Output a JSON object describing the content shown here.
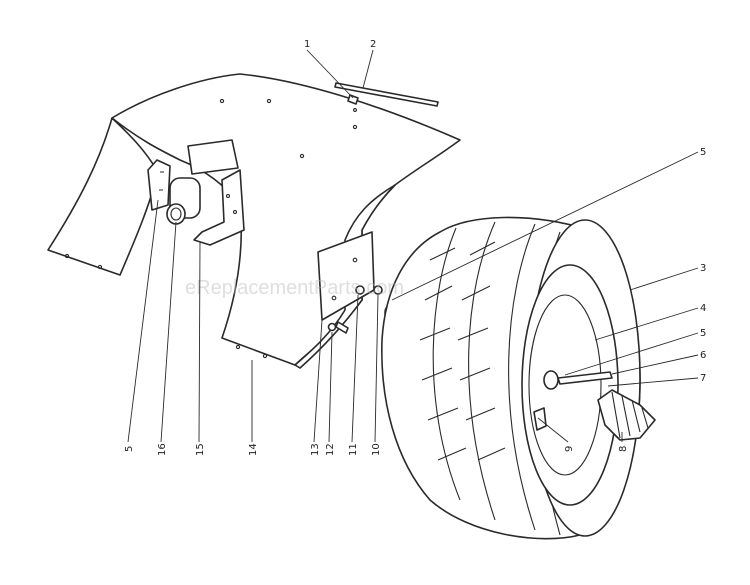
{
  "watermark": "eReplacementParts.com",
  "callouts": [
    {
      "id": "c1",
      "label": "1"
    },
    {
      "id": "c2",
      "label": "2"
    },
    {
      "id": "c5a",
      "label": "5"
    },
    {
      "id": "c3",
      "label": "3"
    },
    {
      "id": "c4",
      "label": "4"
    },
    {
      "id": "c5b",
      "label": "5"
    },
    {
      "id": "c6",
      "label": "6"
    },
    {
      "id": "c7",
      "label": "7"
    },
    {
      "id": "c9",
      "label": "9"
    },
    {
      "id": "c8",
      "label": "8"
    },
    {
      "id": "c5c",
      "label": "5"
    },
    {
      "id": "c16",
      "label": "16"
    },
    {
      "id": "c15",
      "label": "15"
    },
    {
      "id": "c14",
      "label": "14"
    },
    {
      "id": "c13",
      "label": "13"
    },
    {
      "id": "c12",
      "label": "12"
    },
    {
      "id": "c11",
      "label": "11"
    },
    {
      "id": "c10",
      "label": "10"
    }
  ],
  "colors": {
    "line": "#2a2a2a",
    "background": "#ffffff",
    "watermark": "#b8b8b8"
  }
}
